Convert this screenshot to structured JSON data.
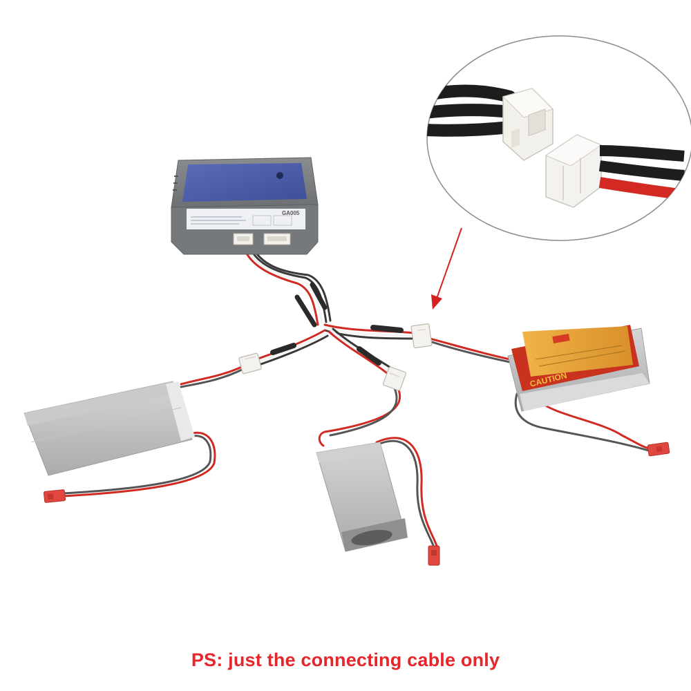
{
  "charger": {
    "model_text": "GA005"
  },
  "battery_label": {
    "brand_text": "CAUTION"
  },
  "caption": {
    "text": "PS: just the connecting cable only"
  },
  "colors": {
    "caption": "#e5262b",
    "arrow": "#d62020",
    "charger_body": "#7a7d80",
    "charger_screen": "#4a5ca8",
    "battery_gray": "#b9bbbd",
    "battery_label_red": "#c8321e",
    "battery_label_gold": "#e4a93a",
    "wire_red": "#d12a22",
    "wire_black": "#3a3a3a",
    "wire_white": "#f0f0f0",
    "connector_white": "#f4f2ee",
    "jst_red": "#e0473f"
  }
}
